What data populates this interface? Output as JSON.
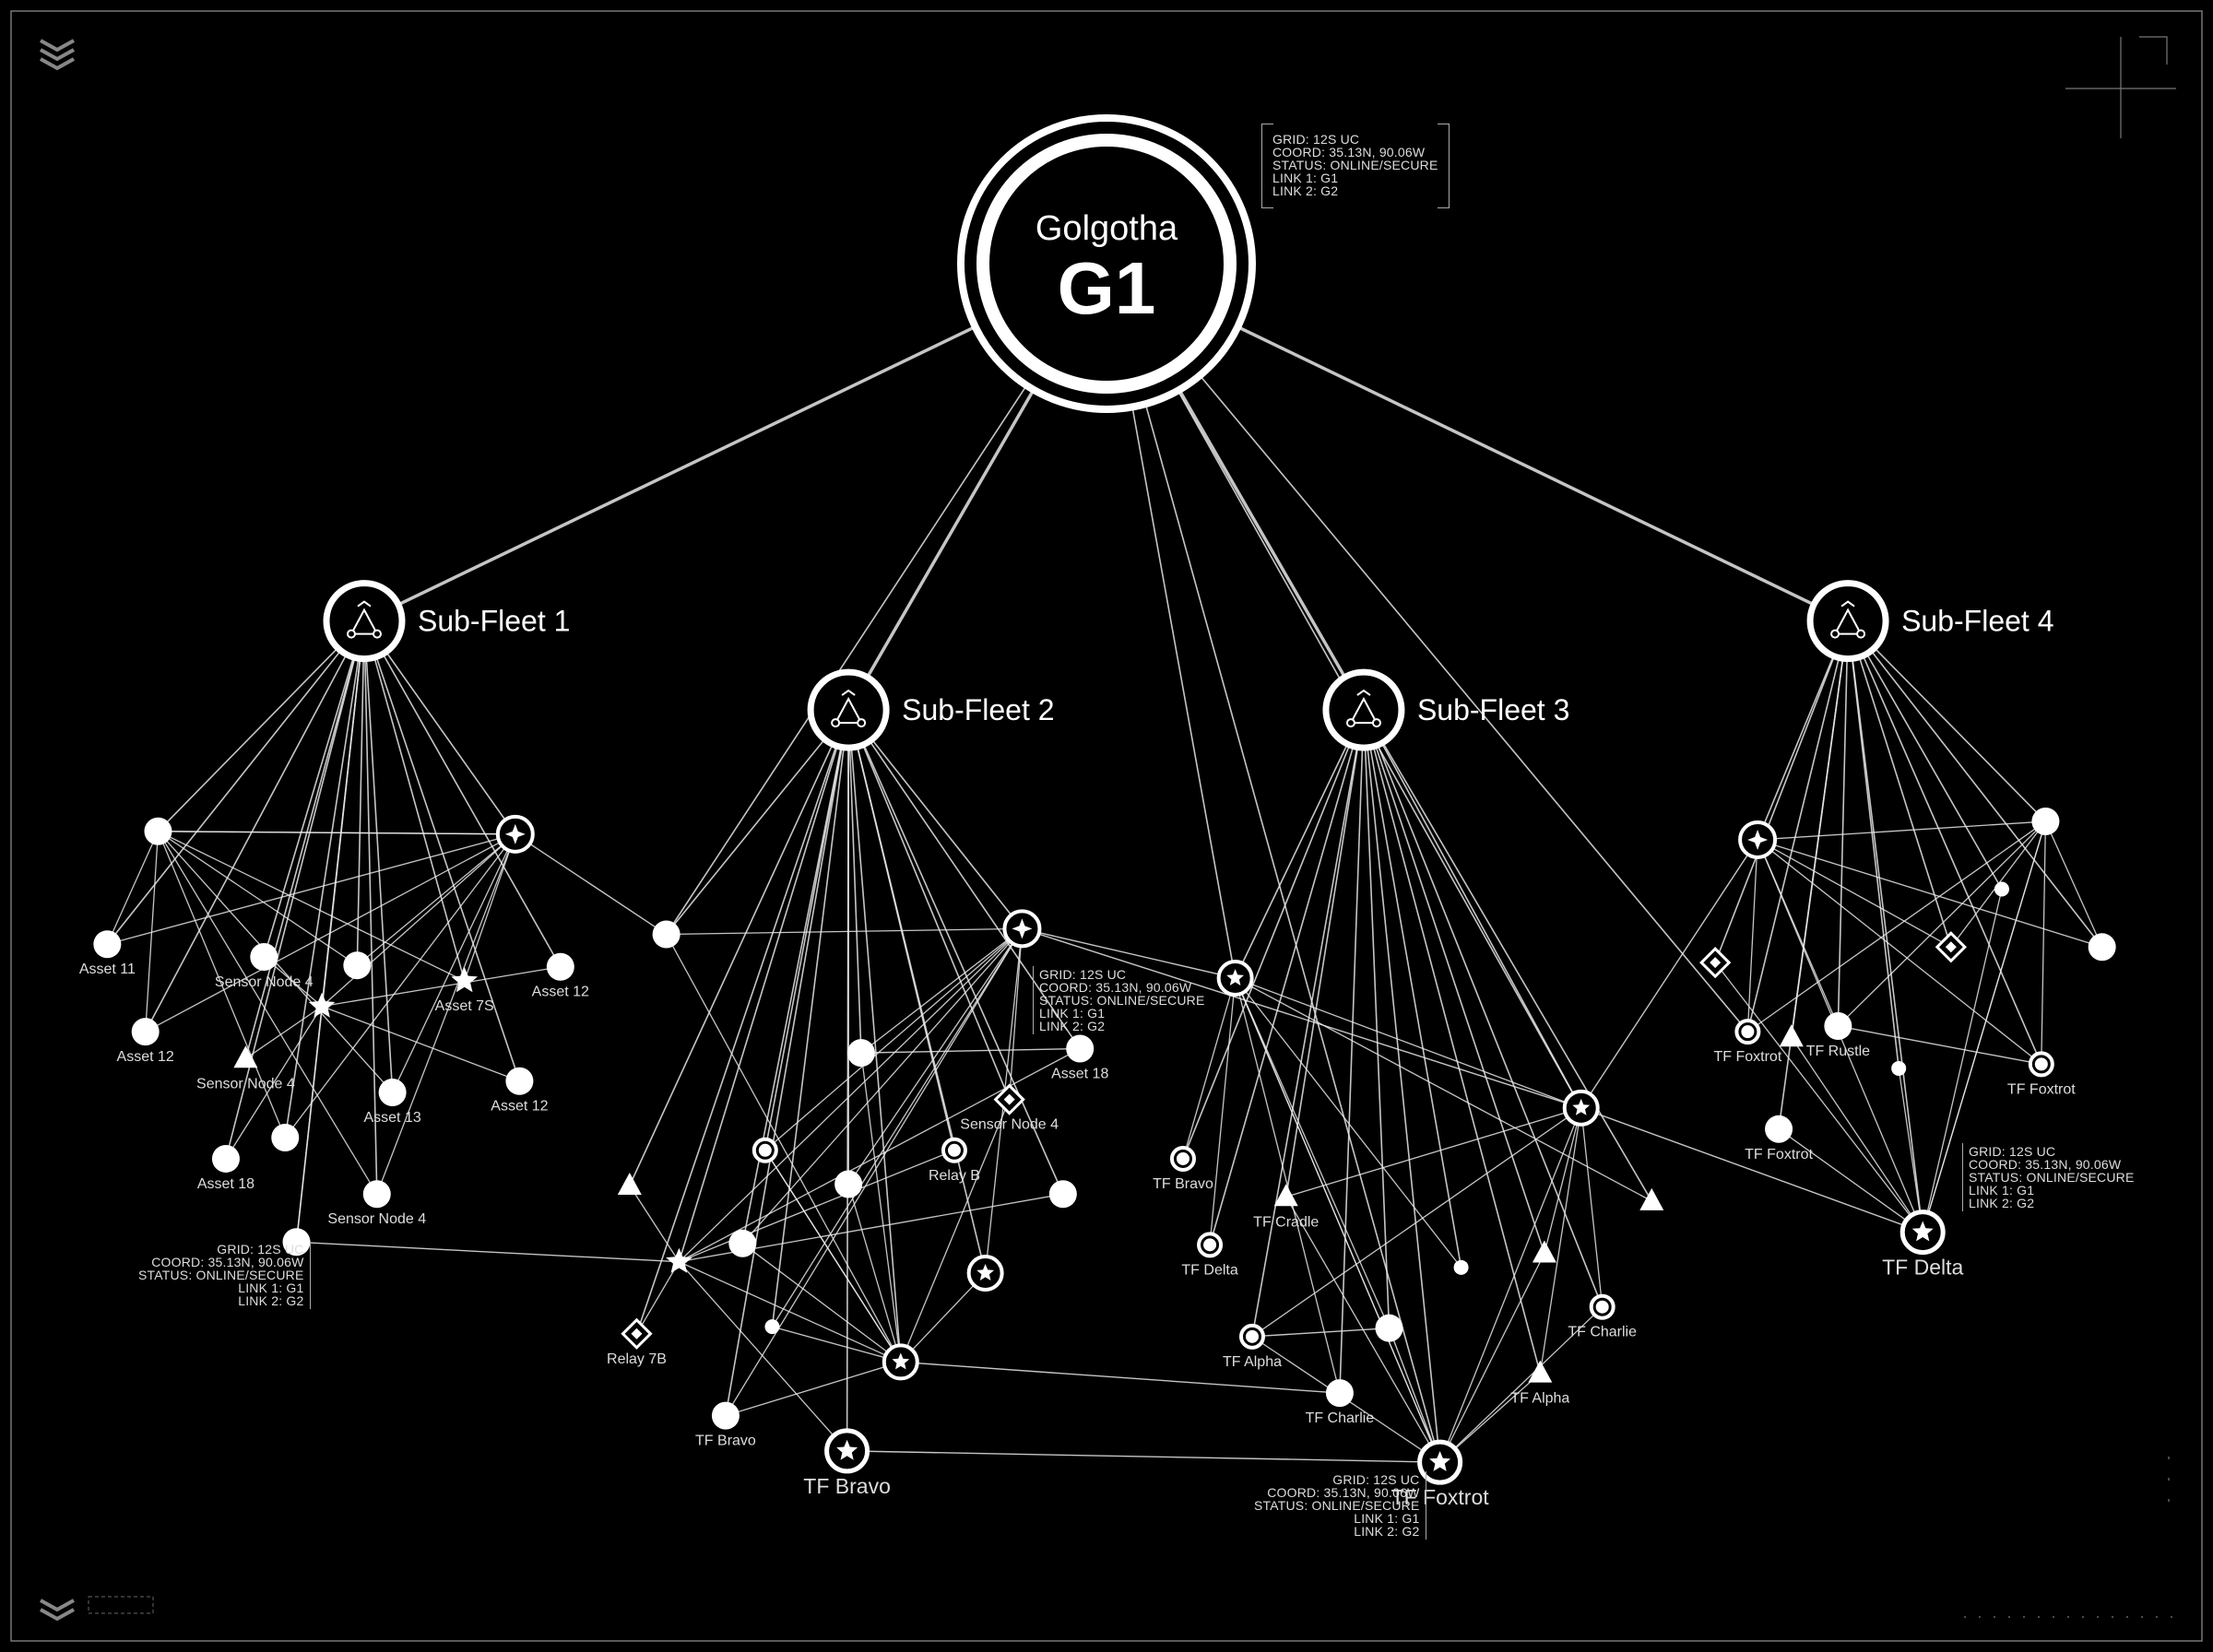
{
  "root": {
    "name": "Golgotha",
    "code": "G1"
  },
  "subfleets": [
    {
      "label": "Sub-Fleet 1"
    },
    {
      "label": "Sub-Fleet 2"
    },
    {
      "label": "Sub-Fleet 3"
    },
    {
      "label": "Sub-Fleet 4"
    }
  ],
  "info_panel": {
    "grid": "GRID: 12S UC",
    "coord": "COORD: 35.13N, 90.06W",
    "status": "STATUS: ONLINE/SECURE",
    "link1": "LINK 1: G1",
    "link2": "LINK 2: G2"
  },
  "nodes": [
    {
      "group": 1,
      "icon": "circle",
      "label": ""
    },
    {
      "group": 1,
      "icon": "compass-ring",
      "label": ""
    },
    {
      "group": 1,
      "icon": "circle",
      "label": "Asset 11"
    },
    {
      "group": 1,
      "icon": "circle",
      "label": "Sensor Node 4"
    },
    {
      "group": 1,
      "icon": "circle",
      "label": "Asset 12"
    },
    {
      "group": 1,
      "icon": "triangle",
      "label": "Sensor Node 4"
    },
    {
      "group": 1,
      "icon": "circle",
      "label": ""
    },
    {
      "group": 1,
      "icon": "star",
      "label": ""
    },
    {
      "group": 1,
      "icon": "star",
      "label": "Asset 7S"
    },
    {
      "group": 1,
      "icon": "circle",
      "label": "Asset 12"
    },
    {
      "group": 1,
      "icon": "circle",
      "label": "Asset 13"
    },
    {
      "group": 1,
      "icon": "circle",
      "label": "Asset 12"
    },
    {
      "group": 1,
      "icon": "circle",
      "label": ""
    },
    {
      "group": 1,
      "icon": "circle",
      "label": "Asset 18"
    },
    {
      "group": 1,
      "icon": "circle",
      "label": "Sensor Node 4"
    },
    {
      "group": 1,
      "icon": "circle",
      "label": ""
    },
    {
      "group": 2,
      "icon": "circle",
      "label": ""
    },
    {
      "group": 2,
      "icon": "compass-ring",
      "label": ""
    },
    {
      "group": 2,
      "icon": "circle",
      "label": ""
    },
    {
      "group": 2,
      "icon": "circle",
      "label": "Asset 18"
    },
    {
      "group": 2,
      "icon": "diamond",
      "label": "Sensor Node 4"
    },
    {
      "group": 2,
      "icon": "ring",
      "label": "Relay B"
    },
    {
      "group": 2,
      "icon": "ring",
      "label": ""
    },
    {
      "group": 2,
      "icon": "triangle",
      "label": ""
    },
    {
      "group": 2,
      "icon": "circle",
      "label": ""
    },
    {
      "group": 2,
      "icon": "circle",
      "label": ""
    },
    {
      "group": 2,
      "icon": "circle",
      "label": ""
    },
    {
      "group": 2,
      "icon": "star",
      "label": ""
    },
    {
      "group": 2,
      "icon": "star-ring",
      "label": ""
    },
    {
      "group": 2,
      "icon": "diamond",
      "label": "Relay 7B"
    },
    {
      "group": 2,
      "icon": "small",
      "label": ""
    },
    {
      "group": 2,
      "icon": "star-ring",
      "label": ""
    },
    {
      "group": 2,
      "icon": "circle",
      "label": "TF Bravo"
    },
    {
      "group": 2,
      "icon": "star-ring",
      "label": "TF Bravo",
      "major": true
    },
    {
      "group": 3,
      "icon": "star-ring",
      "label": ""
    },
    {
      "group": 3,
      "icon": "ring",
      "label": "TF Bravo"
    },
    {
      "group": 3,
      "icon": "triangle",
      "label": "TF Cradle"
    },
    {
      "group": 3,
      "icon": "ring",
      "label": "TF Delta"
    },
    {
      "group": 3,
      "icon": "star-ring",
      "label": ""
    },
    {
      "group": 3,
      "icon": "triangle",
      "label": ""
    },
    {
      "group": 3,
      "icon": "triangle",
      "label": ""
    },
    {
      "group": 3,
      "icon": "small",
      "label": ""
    },
    {
      "group": 3,
      "icon": "ring",
      "label": "TF Charlie"
    },
    {
      "group": 3,
      "icon": "circle",
      "label": ""
    },
    {
      "group": 3,
      "icon": "ring",
      "label": "TF Alpha"
    },
    {
      "group": 3,
      "icon": "circle",
      "label": "TF Charlie"
    },
    {
      "group": 3,
      "icon": "triangle",
      "label": "TF Alpha"
    },
    {
      "group": 3,
      "icon": "star-ring",
      "label": "TF Foxtrot",
      "major": true
    },
    {
      "group": 4,
      "icon": "compass-ring",
      "label": ""
    },
    {
      "group": 4,
      "icon": "circle",
      "label": ""
    },
    {
      "group": 4,
      "icon": "circle",
      "label": ""
    },
    {
      "group": 4,
      "icon": "diamond",
      "label": ""
    },
    {
      "group": 4,
      "icon": "diamond",
      "label": ""
    },
    {
      "group": 4,
      "icon": "small",
      "label": ""
    },
    {
      "group": 4,
      "icon": "ring",
      "label": "TF Foxtrot"
    },
    {
      "group": 4,
      "icon": "triangle",
      "label": ""
    },
    {
      "group": 4,
      "icon": "circle",
      "label": "TF Rustle"
    },
    {
      "group": 4,
      "icon": "small",
      "label": ""
    },
    {
      "group": 4,
      "icon": "ring",
      "label": "TF Foxtrot"
    },
    {
      "group": 4,
      "icon": "circle",
      "label": "TF Foxtrot"
    },
    {
      "group": 4,
      "icon": "star-ring",
      "label": "TF Delta",
      "major": true
    }
  ],
  "colors": {
    "background": "#000000",
    "line": "#e8e8e8",
    "node": "#ffffff",
    "frame": "#9a9a9a"
  }
}
